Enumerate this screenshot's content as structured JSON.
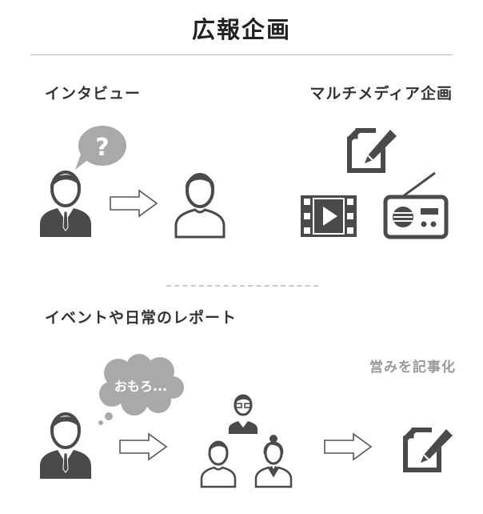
{
  "title": "広報企画",
  "sections": {
    "interview": {
      "label": "インタビュー",
      "bubble": "?"
    },
    "multimedia": {
      "label": "マルチメディア企画"
    },
    "event_report": {
      "label": "イベントや日常のレポート",
      "thought": "おもろ...",
      "caption": "営みを記事化"
    }
  },
  "colors": {
    "icon": "#4a4a4a",
    "bubble": "#a9a9a9",
    "line": "#bdbdbd"
  }
}
